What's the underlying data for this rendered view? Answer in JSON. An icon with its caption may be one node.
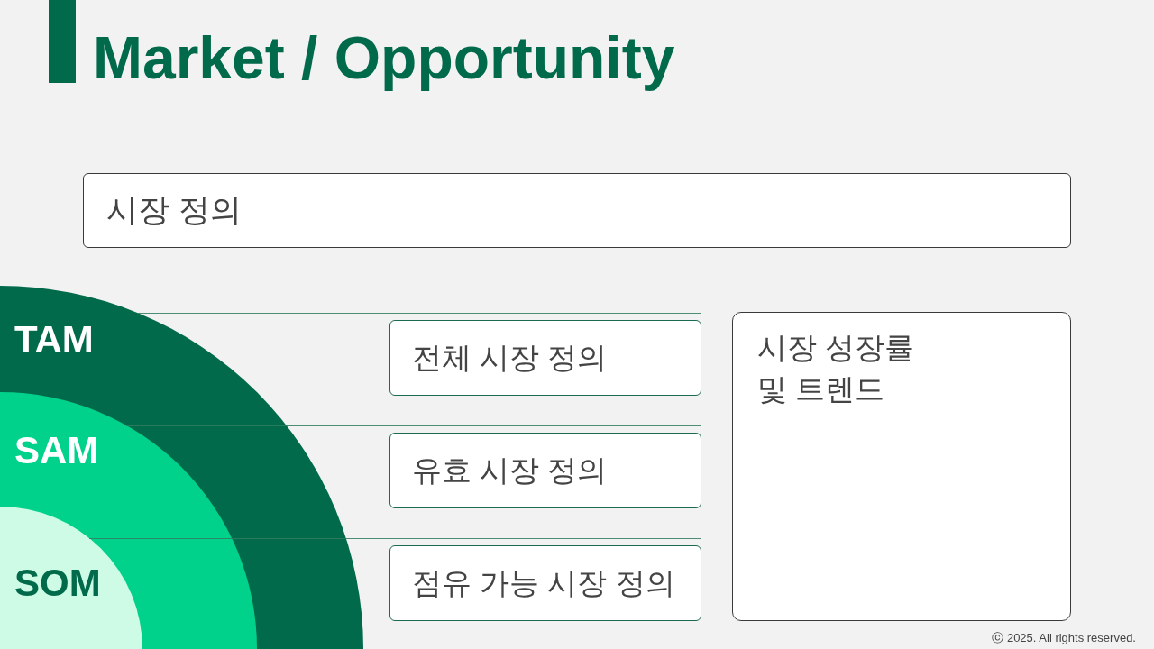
{
  "diagram": {
    "title": "Market / Opportunity",
    "nodes": [
      {
        "text": [
          "시장 정의"
        ]
      },
      {
        "text": [
          "TAM"
        ]
      },
      {
        "text": [
          "SAM"
        ],
        "in": 1
      },
      {
        "text": [
          "SOM"
        ],
        "in": 2
      },
      {
        "text": [
          "전체 시장 정의"
        ]
      },
      {
        "text": [
          "유효 시장 정의"
        ]
      },
      {
        "text": [
          "점유 가능 시장 정의"
        ]
      },
      {
        "text": [
          "시장 성장률 및 트렌드"
        ]
      }
    ],
    "labels": [
      "ⓒ 2025. All rights reserved."
    ]
  }
}
